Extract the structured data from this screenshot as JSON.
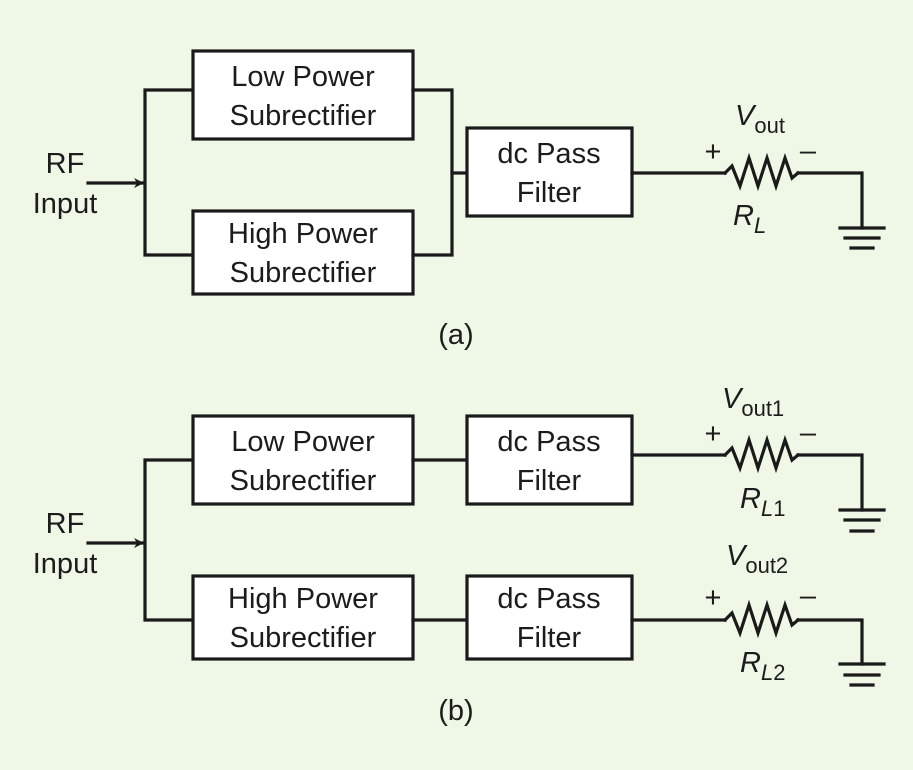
{
  "background_color": "#eff7e7",
  "line_color": "#1a1a1a",
  "diagram_a": {
    "caption": "(a)",
    "input_label": [
      "RF",
      "Input"
    ],
    "blocks": {
      "low_power": [
        "Low Power",
        "Subrectifier"
      ],
      "high_power": [
        "High Power",
        "Subrectifier"
      ],
      "filter": [
        "dc Pass",
        "Filter"
      ]
    },
    "load": {
      "voltage_symbol": "V",
      "voltage_subscript": "out",
      "resistor_symbol": "R",
      "resistor_subscript": "L",
      "plus": "+",
      "minus": "–"
    }
  },
  "diagram_b": {
    "caption": "(b)",
    "input_label": [
      "RF",
      "Input"
    ],
    "branches": [
      {
        "subrectifier": [
          "Low Power",
          "Subrectifier"
        ],
        "filter": [
          "dc Pass",
          "Filter"
        ],
        "voltage_symbol": "V",
        "voltage_subscript": "out1",
        "resistor_symbol": "R",
        "resistor_subscript_italic": "L",
        "resistor_subscript_index": "1",
        "plus": "+",
        "minus": "–"
      },
      {
        "subrectifier": [
          "High Power",
          "Subrectifier"
        ],
        "filter": [
          "dc Pass",
          "Filter"
        ],
        "voltage_symbol": "V",
        "voltage_subscript": "out2",
        "resistor_symbol": "R",
        "resistor_subscript_italic": "L",
        "resistor_subscript_index": "2",
        "plus": "+",
        "minus": "–"
      }
    ]
  }
}
